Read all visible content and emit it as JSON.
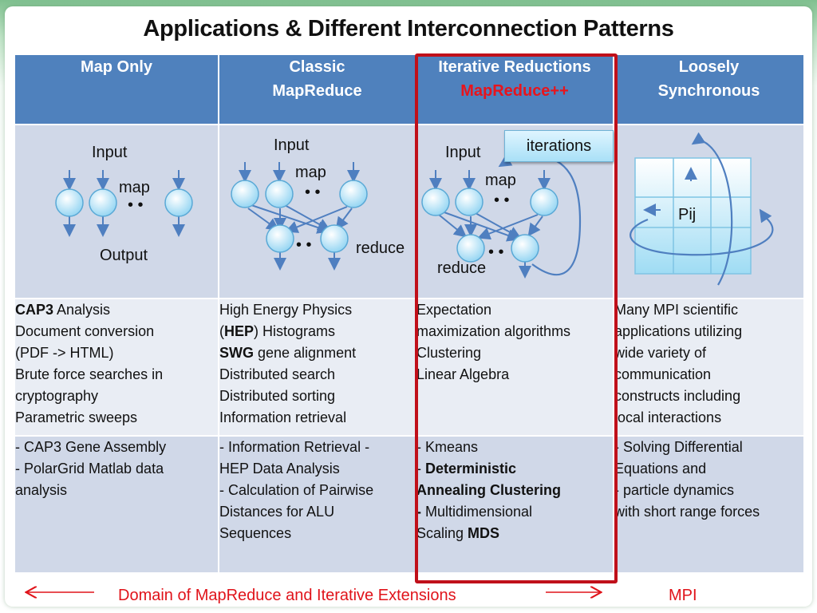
{
  "title": "Applications & Different Interconnection Patterns",
  "headers": {
    "c1": [
      "Map Only"
    ],
    "c2": [
      "Classic",
      "MapReduce"
    ],
    "c3": [
      "Iterative Reductions",
      "MapReduce++"
    ],
    "c4": [
      "Loosely",
      "Synchronous"
    ]
  },
  "diagram_labels": {
    "input": "Input",
    "map": "map",
    "output": "Output",
    "reduce": "reduce",
    "dots": "• •",
    "iterations": "iterations",
    "pij": "Pij"
  },
  "descriptions": {
    "c1": [
      {
        "bold": "CAP3",
        "text": " Analysis"
      },
      {
        "bold": "",
        "text": "Document conversion"
      },
      {
        "bold": "",
        "text": "(PDF -> HTML)"
      },
      {
        "bold": "",
        "text": "Brute force searches in"
      },
      {
        "bold": "",
        "text": "cryptography"
      },
      {
        "bold": "",
        "text": "Parametric sweeps"
      }
    ],
    "c2": [
      {
        "pre": "",
        "bold": "",
        "text": "High Energy Physics"
      },
      {
        "pre": "(",
        "bold": "HEP",
        "text": ") Histograms"
      },
      {
        "pre": "",
        "bold": "SWG",
        "text": " gene alignment"
      },
      {
        "pre": "",
        "bold": "",
        "text": "Distributed search"
      },
      {
        "pre": "",
        "bold": "",
        "text": "Distributed sorting"
      },
      {
        "pre": "",
        "bold": "",
        "text": "Information retrieval"
      }
    ],
    "c3": [
      "Expectation",
      "maximization algorithms",
      "Clustering",
      "Linear Algebra"
    ],
    "c4": [
      "Many MPI scientific",
      "applications utilizing",
      "wide variety of",
      "communication",
      "constructs including",
      "local interactions"
    ]
  },
  "applications": {
    "c1": [
      "- CAP3 Gene Assembly",
      "- PolarGrid Matlab data",
      "analysis"
    ],
    "c2": [
      "- Information Retrieval -",
      "HEP Data Analysis",
      "- Calculation of Pairwise",
      "Distances for ALU",
      "Sequences"
    ],
    "c3": [
      {
        "pre": "- Kmeans",
        "bold": "",
        "post": ""
      },
      {
        "pre": "- ",
        "bold": "Deterministic",
        "post": ""
      },
      {
        "pre": "",
        "bold": "Annealing  Clustering",
        "post": ""
      },
      {
        "pre": "",
        "bold": "-",
        "post": " Multidimensional"
      },
      {
        "pre": "Scaling ",
        "bold": "MDS",
        "post": ""
      }
    ],
    "c4": [
      "- Solving Differential",
      "Equations and",
      "- particle dynamics",
      "with short range forces"
    ]
  },
  "footer": {
    "domain": "Domain of MapReduce and Iterative Extensions",
    "mpi": "MPI"
  },
  "colors": {
    "header_bg": "#4f81bd",
    "highlight_red": "#c0101a",
    "node_fill": "#a9def5",
    "arrow": "#4f7fc0"
  }
}
